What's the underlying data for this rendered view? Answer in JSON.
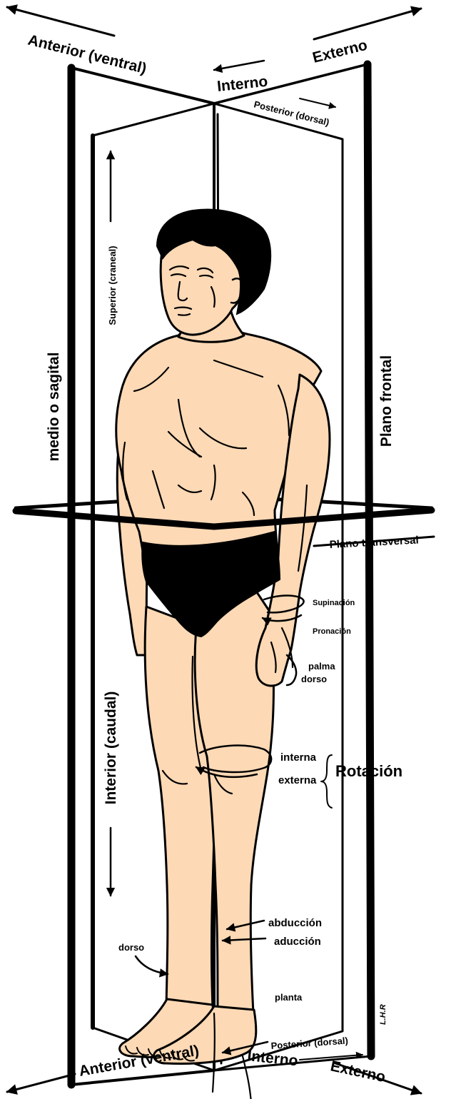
{
  "colors": {
    "skin": "#fdd9b5",
    "ink": "#000000",
    "garment": "#000000",
    "background": "#ffffff"
  },
  "labels": {
    "anterior_top": "Anterior (ventral)",
    "externo_top": "Externo",
    "interno_top": "Interno",
    "posterior_top": "Posterior (dorsal)",
    "superior": "Superior (craneal)",
    "medio_sagital": "medio o sagital",
    "plano_frontal": "Plano frontal",
    "plano_transversal": "Plano transversal",
    "supinacion": "Supinación",
    "pronacion": "Pronación",
    "palma": "palma",
    "dorso_hand": "dorso",
    "interior_caudal": "Interior (caudal)",
    "interna": "interna",
    "externa": "externa",
    "rotacion": "Rotación",
    "abduccion": "abducción",
    "aduccion": "aducción",
    "dorso_foot": "dorso",
    "planta": "planta",
    "signature": "L.H.R",
    "posterior_bottom": "Posterior (dorsal)",
    "anterior_bottom": "Anterior (ventral)",
    "interno_bottom": "Interno",
    "externo_bottom": "Externo"
  }
}
